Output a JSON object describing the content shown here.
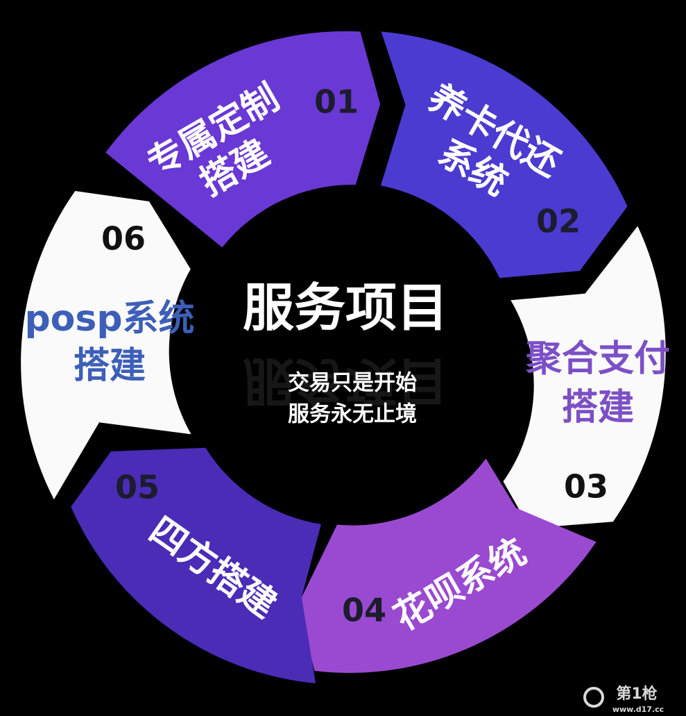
{
  "center": {
    "title": "服务项目",
    "subtitle_line1": "交易只是开始",
    "subtitle_line2": "服务永无止境"
  },
  "segments": [
    {
      "number": "01",
      "line1": "专属定制",
      "line2": "搭建",
      "fill": "#6a38d4",
      "text_color": "#ffffff",
      "number_color": "#1c1c2e"
    },
    {
      "number": "02",
      "line1": "养卡代还",
      "line2": "系统",
      "fill": "#4b3bd0",
      "text_color": "#ffffff",
      "number_color": "#1c1c2e"
    },
    {
      "number": "03",
      "line1": "聚合支付",
      "line2": "搭建",
      "fill": "#fafafa",
      "text_color": "#7c4fc6",
      "number_color": "#111111"
    },
    {
      "number": "04",
      "line1": "花呗系统",
      "line2": "",
      "fill": "#9a4ad0",
      "text_color": "#ffffff",
      "number_color": "#1c1c2e"
    },
    {
      "number": "05",
      "line1": "四方搭建",
      "line2": "",
      "fill": "#4a2cb6",
      "text_color": "#ffffff",
      "number_color": "#1c1c2e"
    },
    {
      "number": "06",
      "line1": "posp系统",
      "line2": "搭建",
      "fill": "#fafafa",
      "text_color": "#3d5fb8",
      "number_color": "#111111"
    }
  ],
  "watermark": {
    "brand": "第1枪",
    "url": "www.d17.cc",
    "color": "#d9d9d9"
  }
}
